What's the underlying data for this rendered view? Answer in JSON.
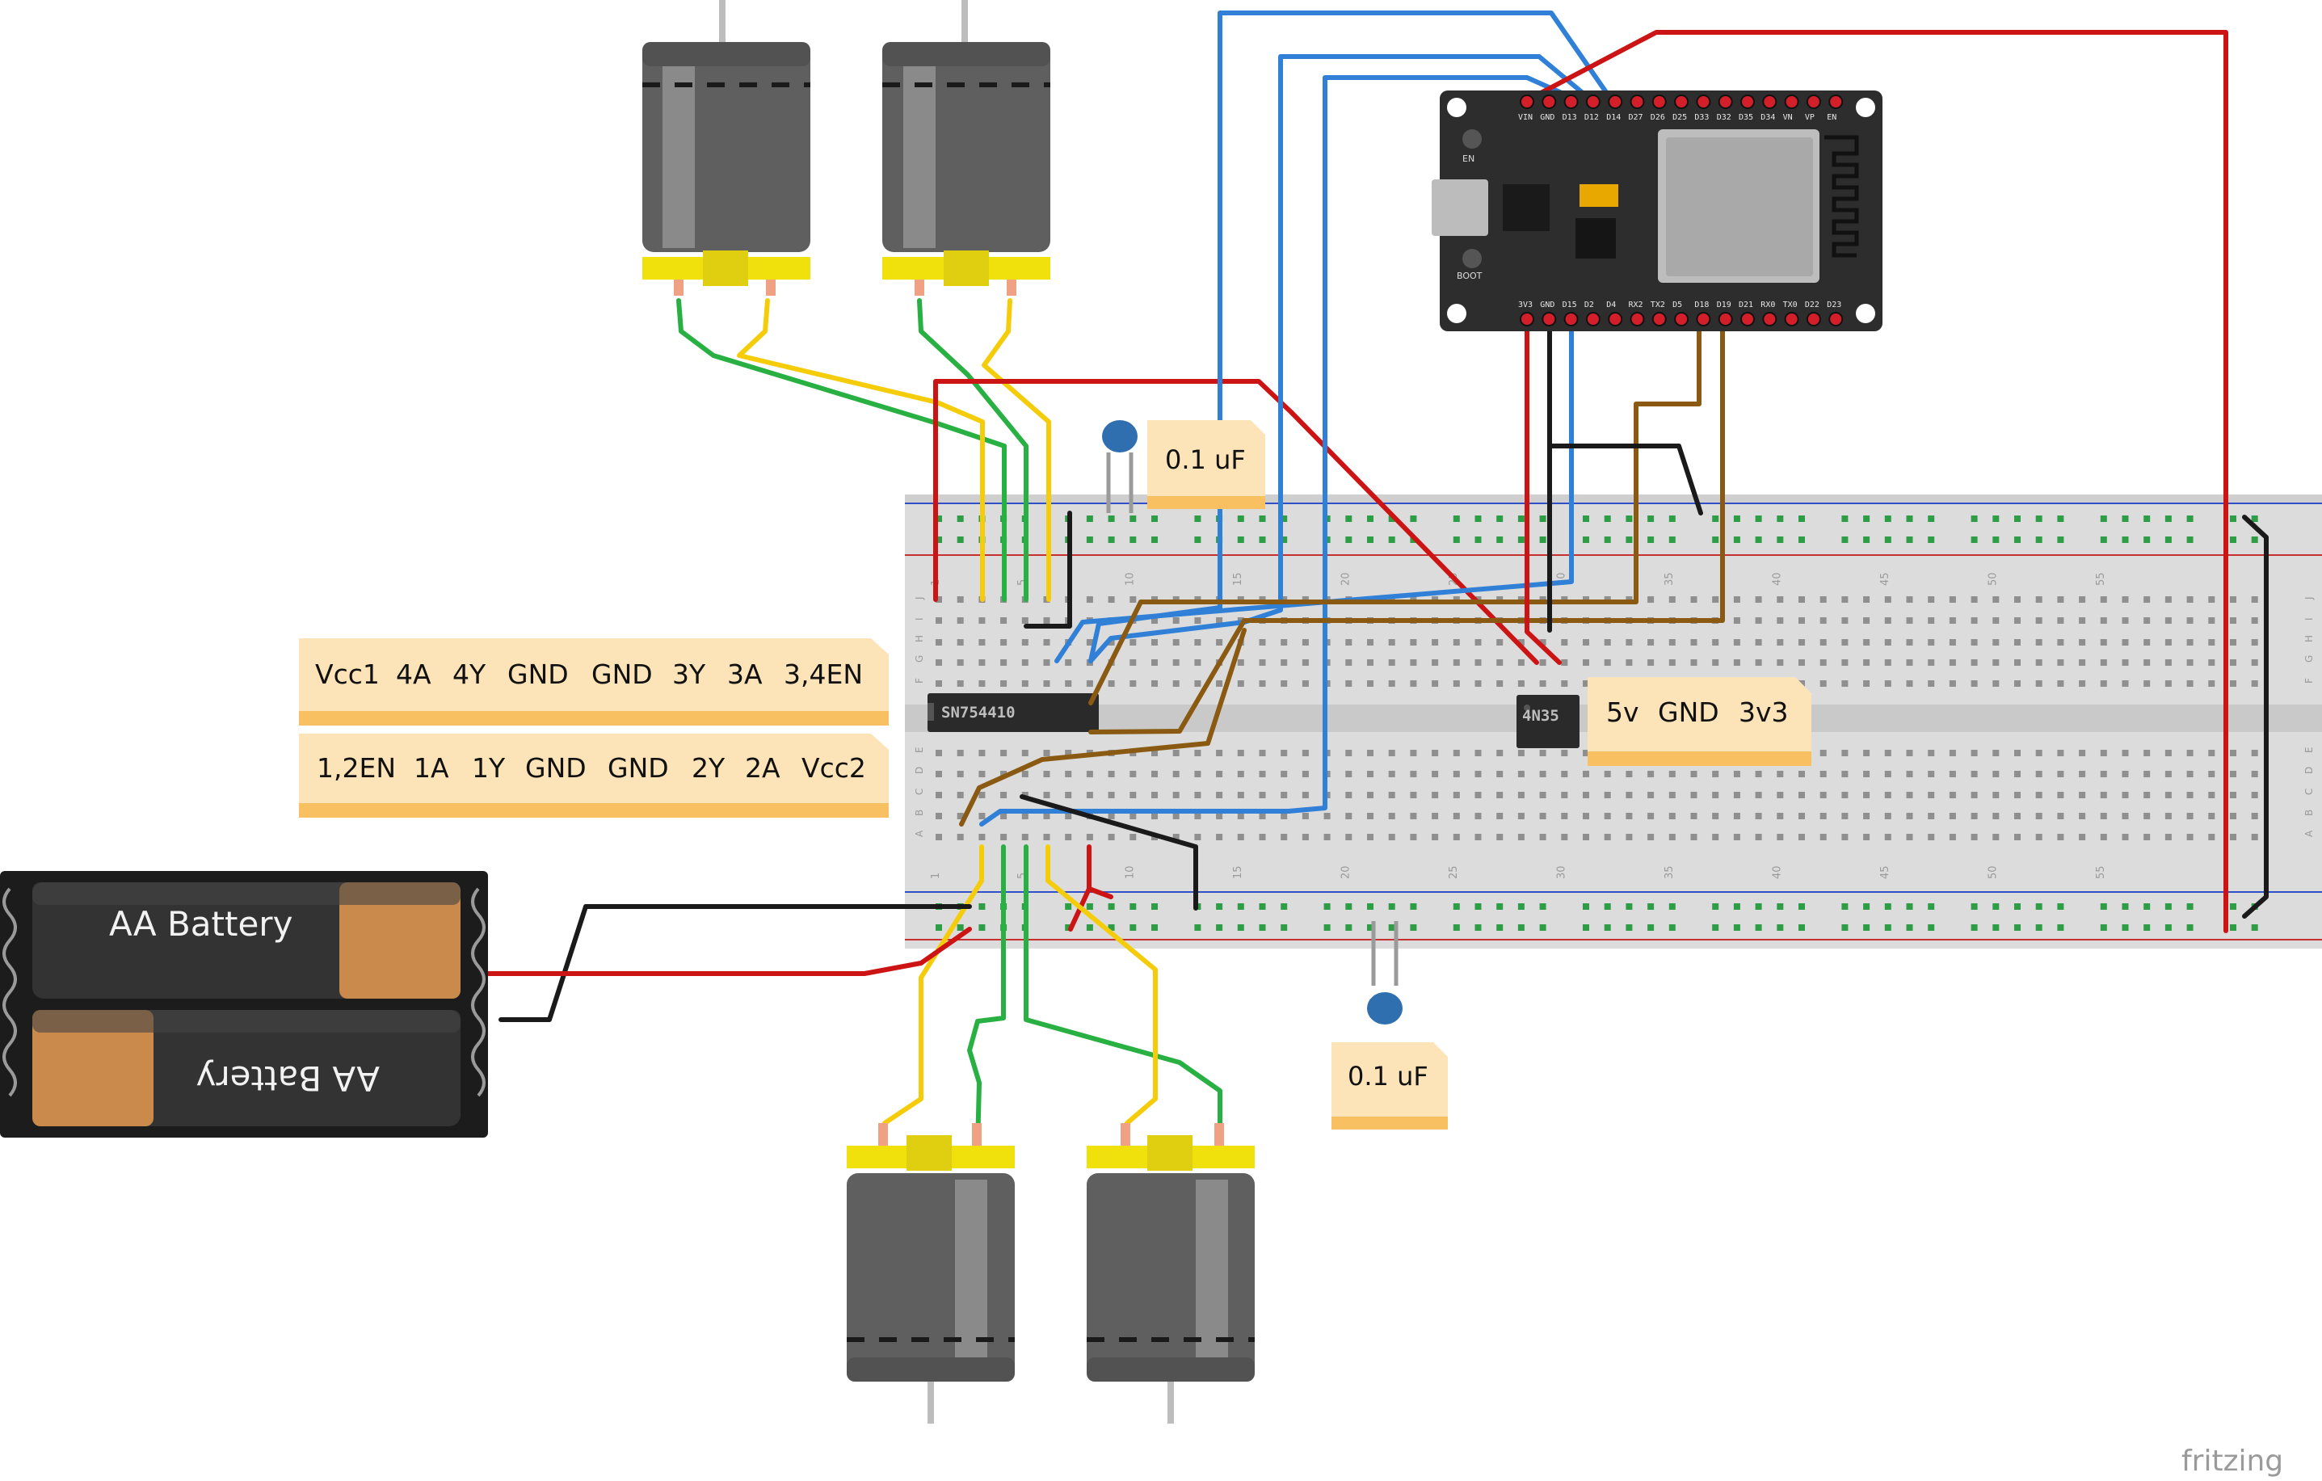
{
  "pinout_top": [
    "Vcc1",
    "4A",
    "4Y",
    "GND",
    "GND",
    "3Y",
    "3A",
    "3,4EN"
  ],
  "pinout_bottom": [
    "1,2EN",
    "1A",
    "1Y",
    "GND",
    "GND",
    "2Y",
    "2A",
    "Vcc2"
  ],
  "optocoupler_pins": [
    "5v",
    "GND",
    "3v3"
  ],
  "cap_label_top": "0.1 uF",
  "cap_label_bottom": "0.1 uF",
  "battery_label_top": "AA Battery",
  "battery_label_bottom": "AA Battery",
  "chip_driver": "SN754410",
  "chip_opto": "4N35",
  "esp32_pins_top": [
    "VIN",
    "GND",
    "D13",
    "D12",
    "D14",
    "D27",
    "D26",
    "D25",
    "D33",
    "D32",
    "D35",
    "D34",
    "VN",
    "VP",
    "EN"
  ],
  "esp32_pins_bottom": [
    "3V3",
    "GND",
    "D15",
    "D2",
    "D4",
    "RX2",
    "TX2",
    "D5",
    "D18",
    "D19",
    "D21",
    "RX0",
    "TX0",
    "D22",
    "D23"
  ],
  "esp32_buttons": [
    "EN",
    "BOOT"
  ],
  "breadboard_numbers": [
    "1",
    "5",
    "10",
    "15",
    "20",
    "25",
    "30",
    "35",
    "40",
    "45",
    "50",
    "55"
  ],
  "breadboard_rows_top": [
    "J",
    "I",
    "H",
    "G",
    "F"
  ],
  "breadboard_rows_bottom": [
    "E",
    "D",
    "C",
    "B",
    "A"
  ],
  "watermark": "fritzing",
  "wire_colors": {
    "red": "#cc1414",
    "black": "#1a1a1a",
    "blue": "#2f80d6",
    "green": "#28b042",
    "yellow": "#f5cc0a",
    "brown": "#8a5a12"
  }
}
